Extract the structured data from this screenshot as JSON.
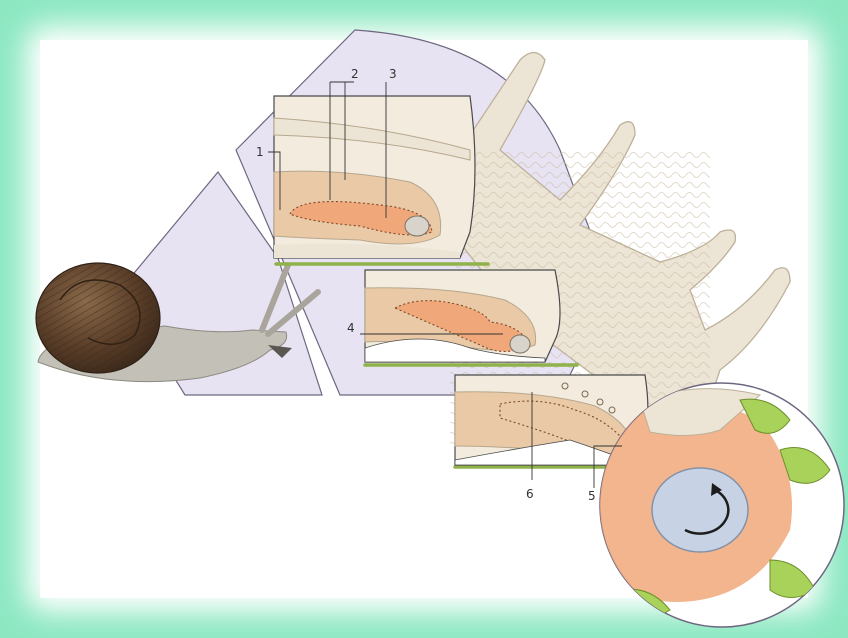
{
  "colors": {
    "frame_glow": "#8de8c2",
    "background": "#ffffff",
    "wedge_fill": "#e7e3f3",
    "wedge_stroke": "#6d6780",
    "panel_stroke": "#4a4a4a",
    "tissue": "#ede1ce",
    "tissue_stroke": "#b7a78e",
    "tongue": "#e9c9a6",
    "radula": "#f0a87a",
    "ground": "#8fb24a",
    "shell": "#5a3e28",
    "snail_body": "#c3c0b8",
    "lettuce": "#a9d25a"
  },
  "labels": {
    "l1": "1",
    "l2": "2",
    "l3": "3",
    "l4": "4",
    "l5": "5",
    "l6": "6"
  },
  "icons": {
    "snail": "snail-illustration",
    "rotation": "circular-arrow-icon"
  }
}
